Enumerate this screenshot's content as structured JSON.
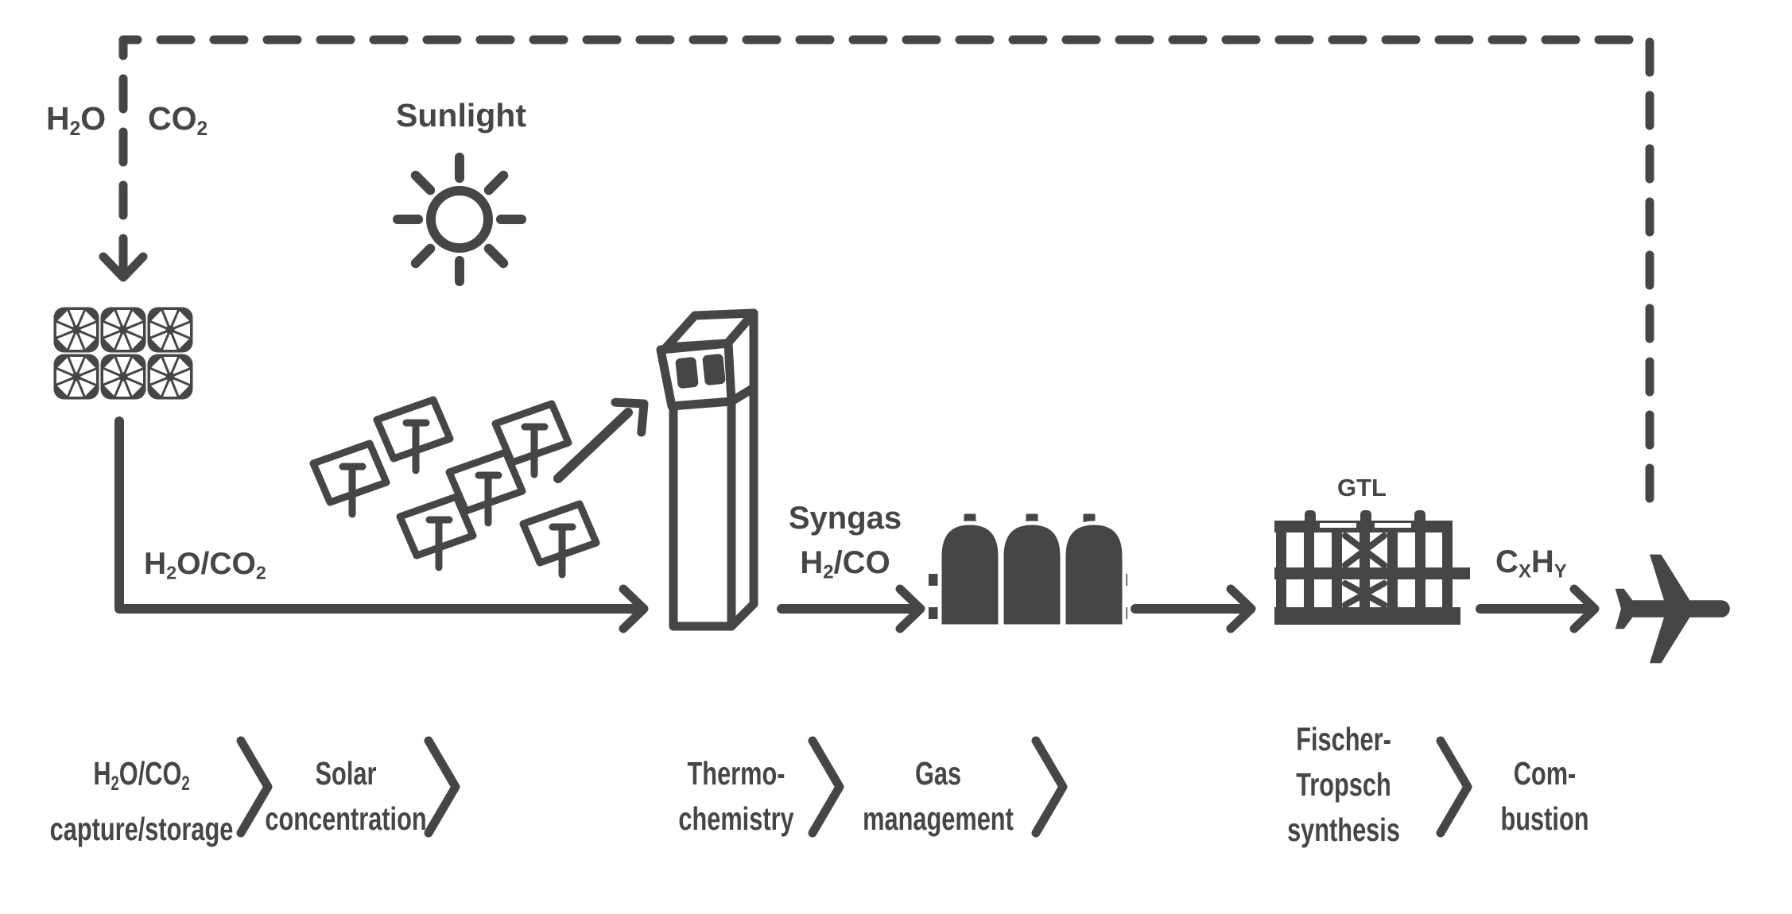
{
  "colors": {
    "ink": "#464646",
    "background": "#ffffff"
  },
  "flow_labels": {
    "h2o_parts": [
      "H",
      "2",
      "O"
    ],
    "co2_parts": [
      "C",
      "O",
      "2"
    ],
    "sunlight": "Sunlight",
    "pipe_parts": [
      "H",
      "2",
      "O/CO",
      "2"
    ],
    "syngas_title": "Syngas",
    "syngas_formula_parts": [
      "H",
      "2",
      "/CO"
    ],
    "gtl": "GTL",
    "fuel_parts": [
      "C",
      "X",
      "H",
      "Y"
    ]
  },
  "stages": [
    {
      "line1_parts": [
        "H",
        "2",
        "O/CO",
        "2"
      ],
      "line2": "capture/storage"
    },
    {
      "line1": "Solar",
      "line2": "concentration"
    },
    {
      "line1": "Thermo-",
      "line2": "chemistry"
    },
    {
      "line1": "Gas",
      "line2": "management"
    },
    {
      "line1": "Fischer-",
      "line2": "Tropsch",
      "line3": "synthesis"
    },
    {
      "line1": "Com-",
      "line2": "bustion"
    }
  ],
  "icons": {
    "capture": "air-capture-fan-array-icon",
    "sun": "sun-icon",
    "heliostats": "heliostat-field-icon",
    "tower": "solar-tower-icon",
    "tanks": "gas-storage-tanks-icon",
    "plant": "gtl-plant-icon",
    "plane": "airplane-icon"
  }
}
